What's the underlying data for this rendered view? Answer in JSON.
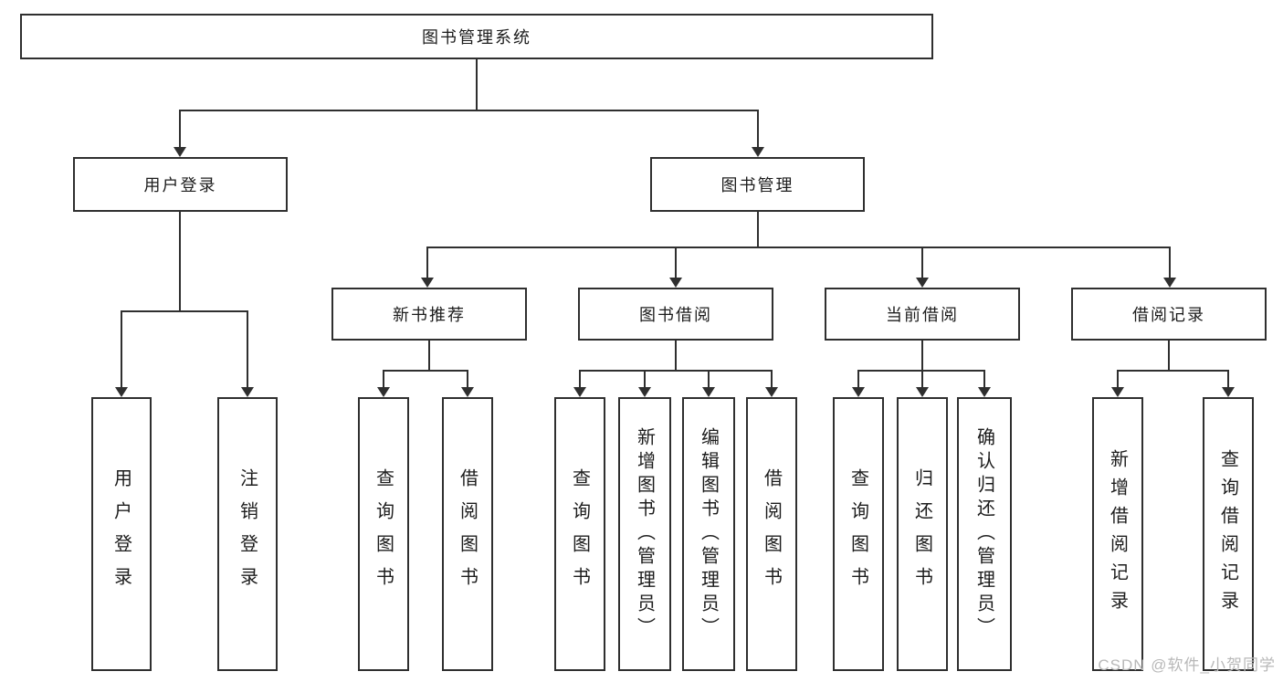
{
  "diagram": {
    "root": {
      "label": "图书管理系统"
    },
    "branches": [
      {
        "label": "用户登录",
        "children": [
          {
            "label": "用户登录"
          },
          {
            "label": "注销登录"
          }
        ]
      },
      {
        "label": "图书管理",
        "children": [
          {
            "label": "新书推荐",
            "children": [
              {
                "label": "查询图书"
              },
              {
                "label": "借阅图书"
              }
            ]
          },
          {
            "label": "图书借阅",
            "children": [
              {
                "label": "查询图书"
              },
              {
                "label": "新增图书（管理员）"
              },
              {
                "label": "编辑图书（管理员）"
              },
              {
                "label": "借阅图书"
              }
            ]
          },
          {
            "label": "当前借阅",
            "children": [
              {
                "label": "查询图书"
              },
              {
                "label": "归还图书"
              },
              {
                "label": "确认归还（管理员）"
              }
            ]
          },
          {
            "label": "借阅记录",
            "children": [
              {
                "label": "新增借阅记录"
              },
              {
                "label": "查询借阅记录"
              }
            ]
          }
        ]
      }
    ]
  },
  "colors": {
    "line": "#2f2f2f",
    "watermark": "#b8b8b8"
  },
  "watermark": "CSDN @软件_小贺同学"
}
